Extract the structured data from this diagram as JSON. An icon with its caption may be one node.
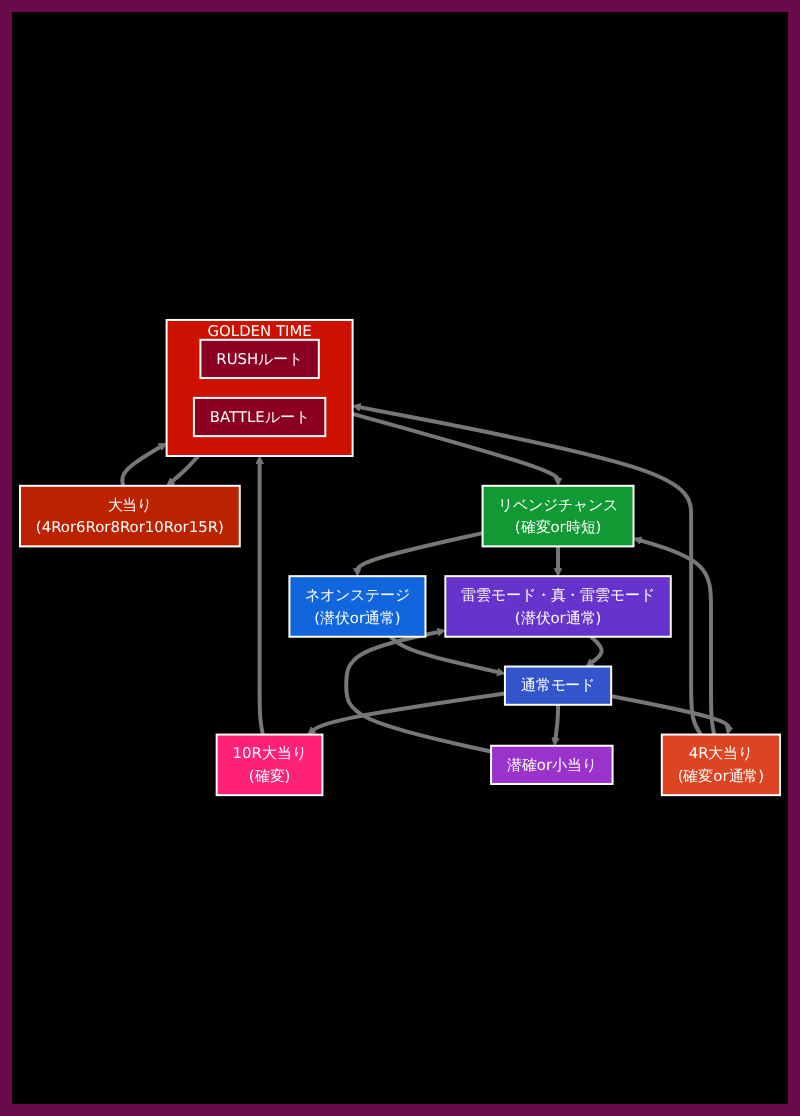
{
  "diagram": {
    "nodes": [
      {
        "text": [
          "通常モード"
        ]
      },
      {
        "text": [
          "10R大当り",
          "(確変)"
        ]
      },
      {
        "text": [
          "4R大当り",
          "(確変or通常)"
        ]
      },
      {
        "text": [
          "潜確or小当り"
        ]
      },
      {
        "text": [
          "GOLDEN TIME"
        ]
      },
      {
        "text": [
          "RUSHルート"
        ],
        "in": 4
      },
      {
        "text": [
          "BATTLEルート"
        ],
        "in": 4
      },
      {
        "text": [
          "雷雲モード・真・雷雲モード",
          "(潜伏or通常)"
        ]
      },
      {
        "text": [
          "大当り",
          "(4Ror6Ror8Ror10Ror15R)"
        ]
      },
      {
        "text": [
          "リベンジチャンス",
          "(確変or時短)"
        ]
      },
      {
        "text": [
          "ネオンステージ",
          "(潜伏or通常)"
        ]
      }
    ],
    "edges": [
      {
        "from": 0,
        "to": 1,
        "arrow": "to"
      },
      {
        "from": 0,
        "to": 2,
        "arrow": "to"
      },
      {
        "from": 0,
        "to": 3,
        "arrow": "to"
      },
      {
        "from": 1,
        "to": 4,
        "arrow": "to"
      },
      {
        "from": 2,
        "to": 4,
        "arrow": "to"
      },
      {
        "from": 2,
        "to": 9,
        "arrow": "to"
      },
      {
        "from": 3,
        "to": 7,
        "arrow": "to"
      },
      {
        "from": 4,
        "to": 8,
        "arrow": "to"
      },
      {
        "from": 8,
        "to": 4,
        "arrow": "to"
      },
      {
        "from": 4,
        "to": 9,
        "arrow": "to"
      },
      {
        "from": 9,
        "to": 7,
        "arrow": "to"
      },
      {
        "from": 9,
        "to": 10,
        "arrow": "to"
      },
      {
        "from": 7,
        "to": 0,
        "arrow": "to"
      },
      {
        "from": 10,
        "to": 0,
        "arrow": "to"
      }
    ]
  }
}
